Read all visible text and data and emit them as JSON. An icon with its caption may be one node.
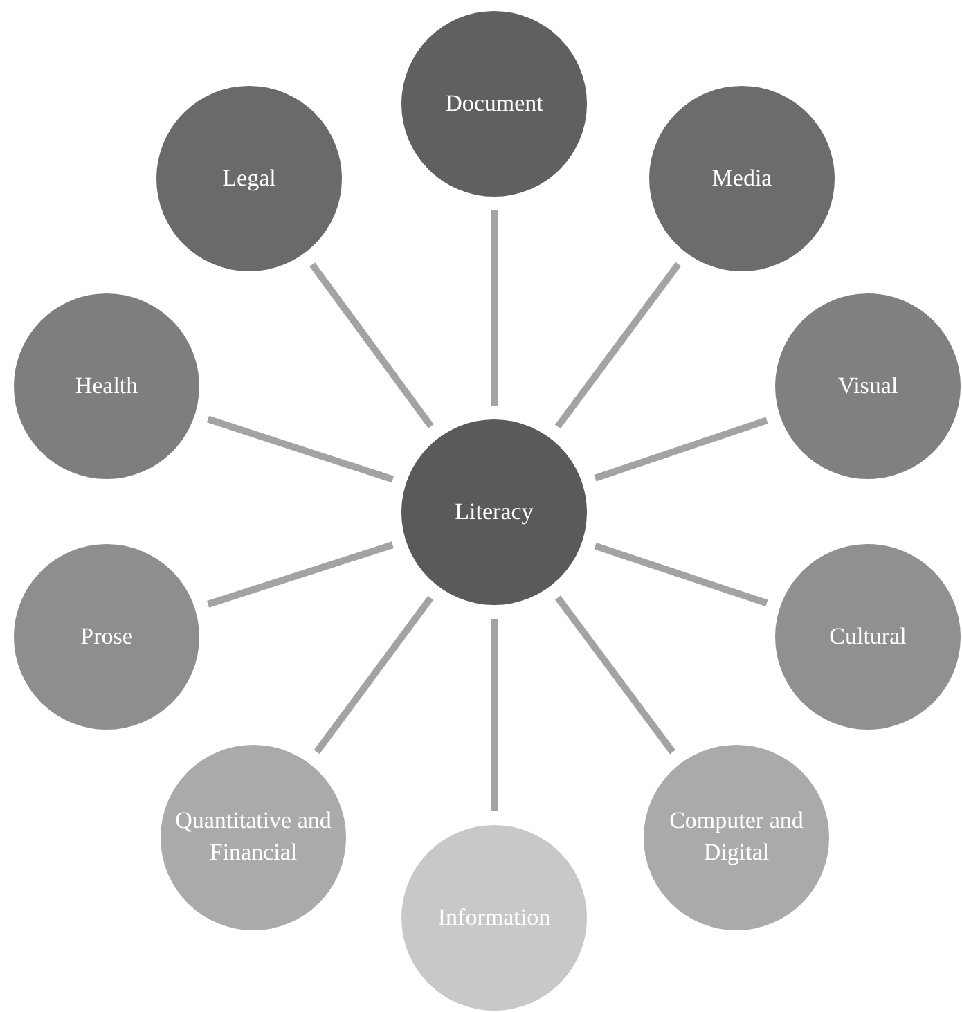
{
  "diagram": {
    "nodes": [
      {
        "text": [
          "Literacy"
        ]
      },
      {
        "text": [
          "Document"
        ]
      },
      {
        "text": [
          "Media"
        ]
      },
      {
        "text": [
          "Visual"
        ]
      },
      {
        "text": [
          "Cultural"
        ]
      },
      {
        "text": [
          "Computer and Digital"
        ]
      },
      {
        "text": [
          "Information"
        ]
      },
      {
        "text": [
          "Quantitative and Financial"
        ]
      },
      {
        "text": [
          "Prose"
        ]
      },
      {
        "text": [
          "Health"
        ]
      },
      {
        "text": [
          "Legal"
        ]
      }
    ],
    "edges": [
      {
        "from": 0,
        "to": 1,
        "arrow": "none"
      },
      {
        "from": 0,
        "to": 2,
        "arrow": "none"
      },
      {
        "from": 0,
        "to": 3,
        "arrow": "none"
      },
      {
        "from": 0,
        "to": 4,
        "arrow": "none"
      },
      {
        "from": 0,
        "to": 5,
        "arrow": "none"
      },
      {
        "from": 0,
        "to": 6,
        "arrow": "none"
      },
      {
        "from": 0,
        "to": 7,
        "arrow": "none"
      },
      {
        "from": 0,
        "to": 8,
        "arrow": "none"
      },
      {
        "from": 0,
        "to": 9,
        "arrow": "none"
      },
      {
        "from": 0,
        "to": 10,
        "arrow": "none"
      }
    ]
  }
}
